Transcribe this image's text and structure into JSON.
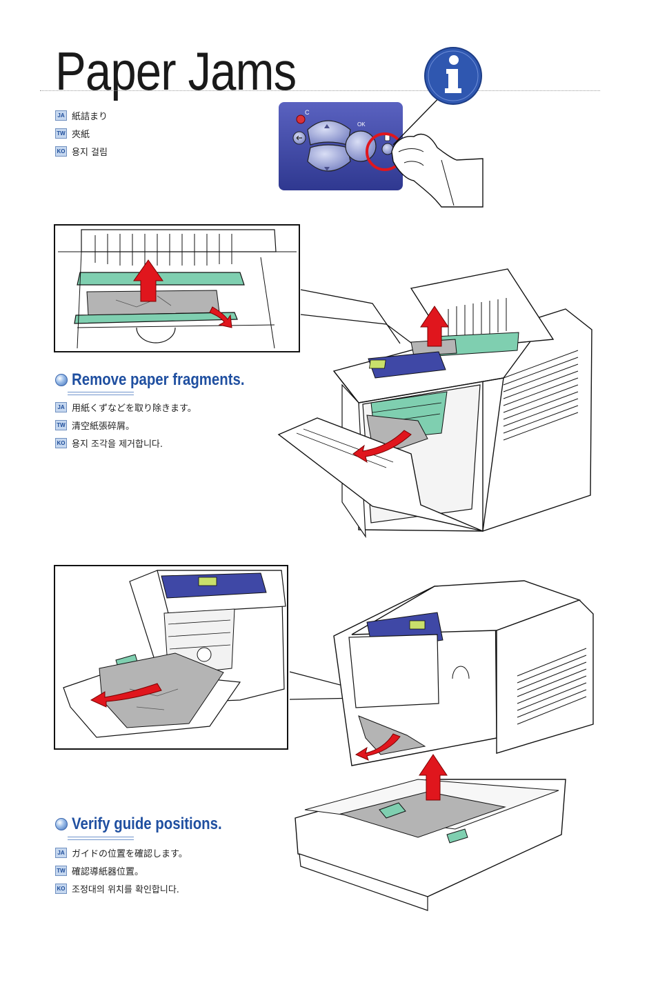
{
  "page": {
    "title": "Paper Jams"
  },
  "header_translations": [
    {
      "lang": "JA",
      "text": "紙詰まり"
    },
    {
      "lang": "TW",
      "text": "夾紙"
    },
    {
      "lang": "KO",
      "text": "용지 걸림"
    }
  ],
  "control_panel": {
    "info_icon_letter": "i",
    "ok_label": "OK",
    "cancel_label": "C"
  },
  "sections": [
    {
      "heading": "Remove paper fragments.",
      "translations": [
        {
          "lang": "JA",
          "text": "用紙くずなどを取り除きます。"
        },
        {
          "lang": "TW",
          "text": "清空紙張碎屑。"
        },
        {
          "lang": "KO",
          "text": "용지 조각을 제거합니다."
        }
      ]
    },
    {
      "heading": "Verify guide positions.",
      "translations": [
        {
          "lang": "JA",
          "text": "ガイドの位置を確認します。"
        },
        {
          "lang": "TW",
          "text": "確認導紙器位置。"
        },
        {
          "lang": "KO",
          "text": "조정대의 위치를 확인합니다."
        }
      ]
    }
  ],
  "colors": {
    "heading_blue": "#1f4fa0",
    "arrow_red": "#e0161d",
    "panel_blue": "#3f48a6",
    "guide_green": "#7fcfb0",
    "paper_gray": "#b4b4b4"
  }
}
